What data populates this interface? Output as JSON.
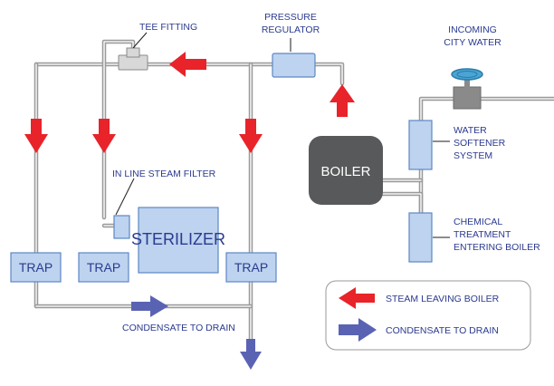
{
  "labels": {
    "tee_fitting": "TEE FITTING",
    "pressure_regulator": [
      "PRESSURE",
      "REGULATOR"
    ],
    "incoming_city_water": [
      "INCOMING",
      "CITY WATER"
    ],
    "water_softener": [
      "WATER",
      "SOFTENER",
      "SYSTEM"
    ],
    "chemical_treatment": [
      "CHEMICAL",
      "TREATMENT",
      "ENTERING BOILER"
    ],
    "in_line_steam_filter": "IN LINE STEAM FILTER",
    "condensate_to_drain": "CONDENSATE TO DRAIN"
  },
  "boxes": {
    "boiler": "BOILER",
    "sterilizer": "STERILIZER",
    "traps": [
      "TRAP",
      "TRAP",
      "TRAP"
    ]
  },
  "legend": {
    "steam_label": "STEAM LEAVING BOILER",
    "condensate_label": "CONDENSATE TO DRAIN"
  },
  "colors": {
    "steam_arrow": "#e8232a",
    "condensate_arrow": "#5a63b3",
    "component_fill": "#bdd3ef",
    "boiler_fill": "#58595b",
    "text": "#2b3a8f"
  }
}
